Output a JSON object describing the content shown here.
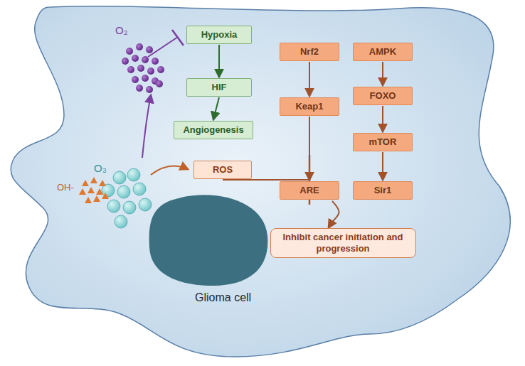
{
  "diagram": {
    "nodes": [
      {
        "text": [
          "Hypoxia"
        ]
      },
      {
        "text": [
          "HIF"
        ]
      },
      {
        "text": [
          "Angiogenesis"
        ]
      },
      {
        "text": [
          "ROS"
        ]
      },
      {
        "text": [
          "Nrf2"
        ]
      },
      {
        "text": [
          "Keap1"
        ]
      },
      {
        "text": [
          "ARE"
        ]
      },
      {
        "text": [
          "AMPK"
        ]
      },
      {
        "text": [
          "FOXO"
        ]
      },
      {
        "text": [
          "mTOR"
        ]
      },
      {
        "text": [
          "Sir1"
        ]
      },
      {
        "text": [
          "Inhibit cancer initiation and progression"
        ]
      }
    ],
    "edges": [
      {
        "from": 0,
        "to": 1,
        "arrow": "to"
      },
      {
        "from": 1,
        "to": 2,
        "arrow": "to"
      },
      {
        "from": 4,
        "to": 5,
        "arrow": "to"
      },
      {
        "from": 5,
        "to": 6,
        "arrow": "to"
      },
      {
        "from": 7,
        "to": 8,
        "arrow": "to"
      },
      {
        "from": 8,
        "to": 9,
        "arrow": "to"
      },
      {
        "from": 9,
        "to": 10,
        "arrow": "to"
      },
      {
        "from": 3,
        "to": 6,
        "arrow": "to"
      },
      {
        "from": 6,
        "to": 11,
        "arrow": "to"
      }
    ],
    "labels": [
      "O₂",
      "O₃",
      "OH-",
      "Glioma cell"
    ]
  }
}
